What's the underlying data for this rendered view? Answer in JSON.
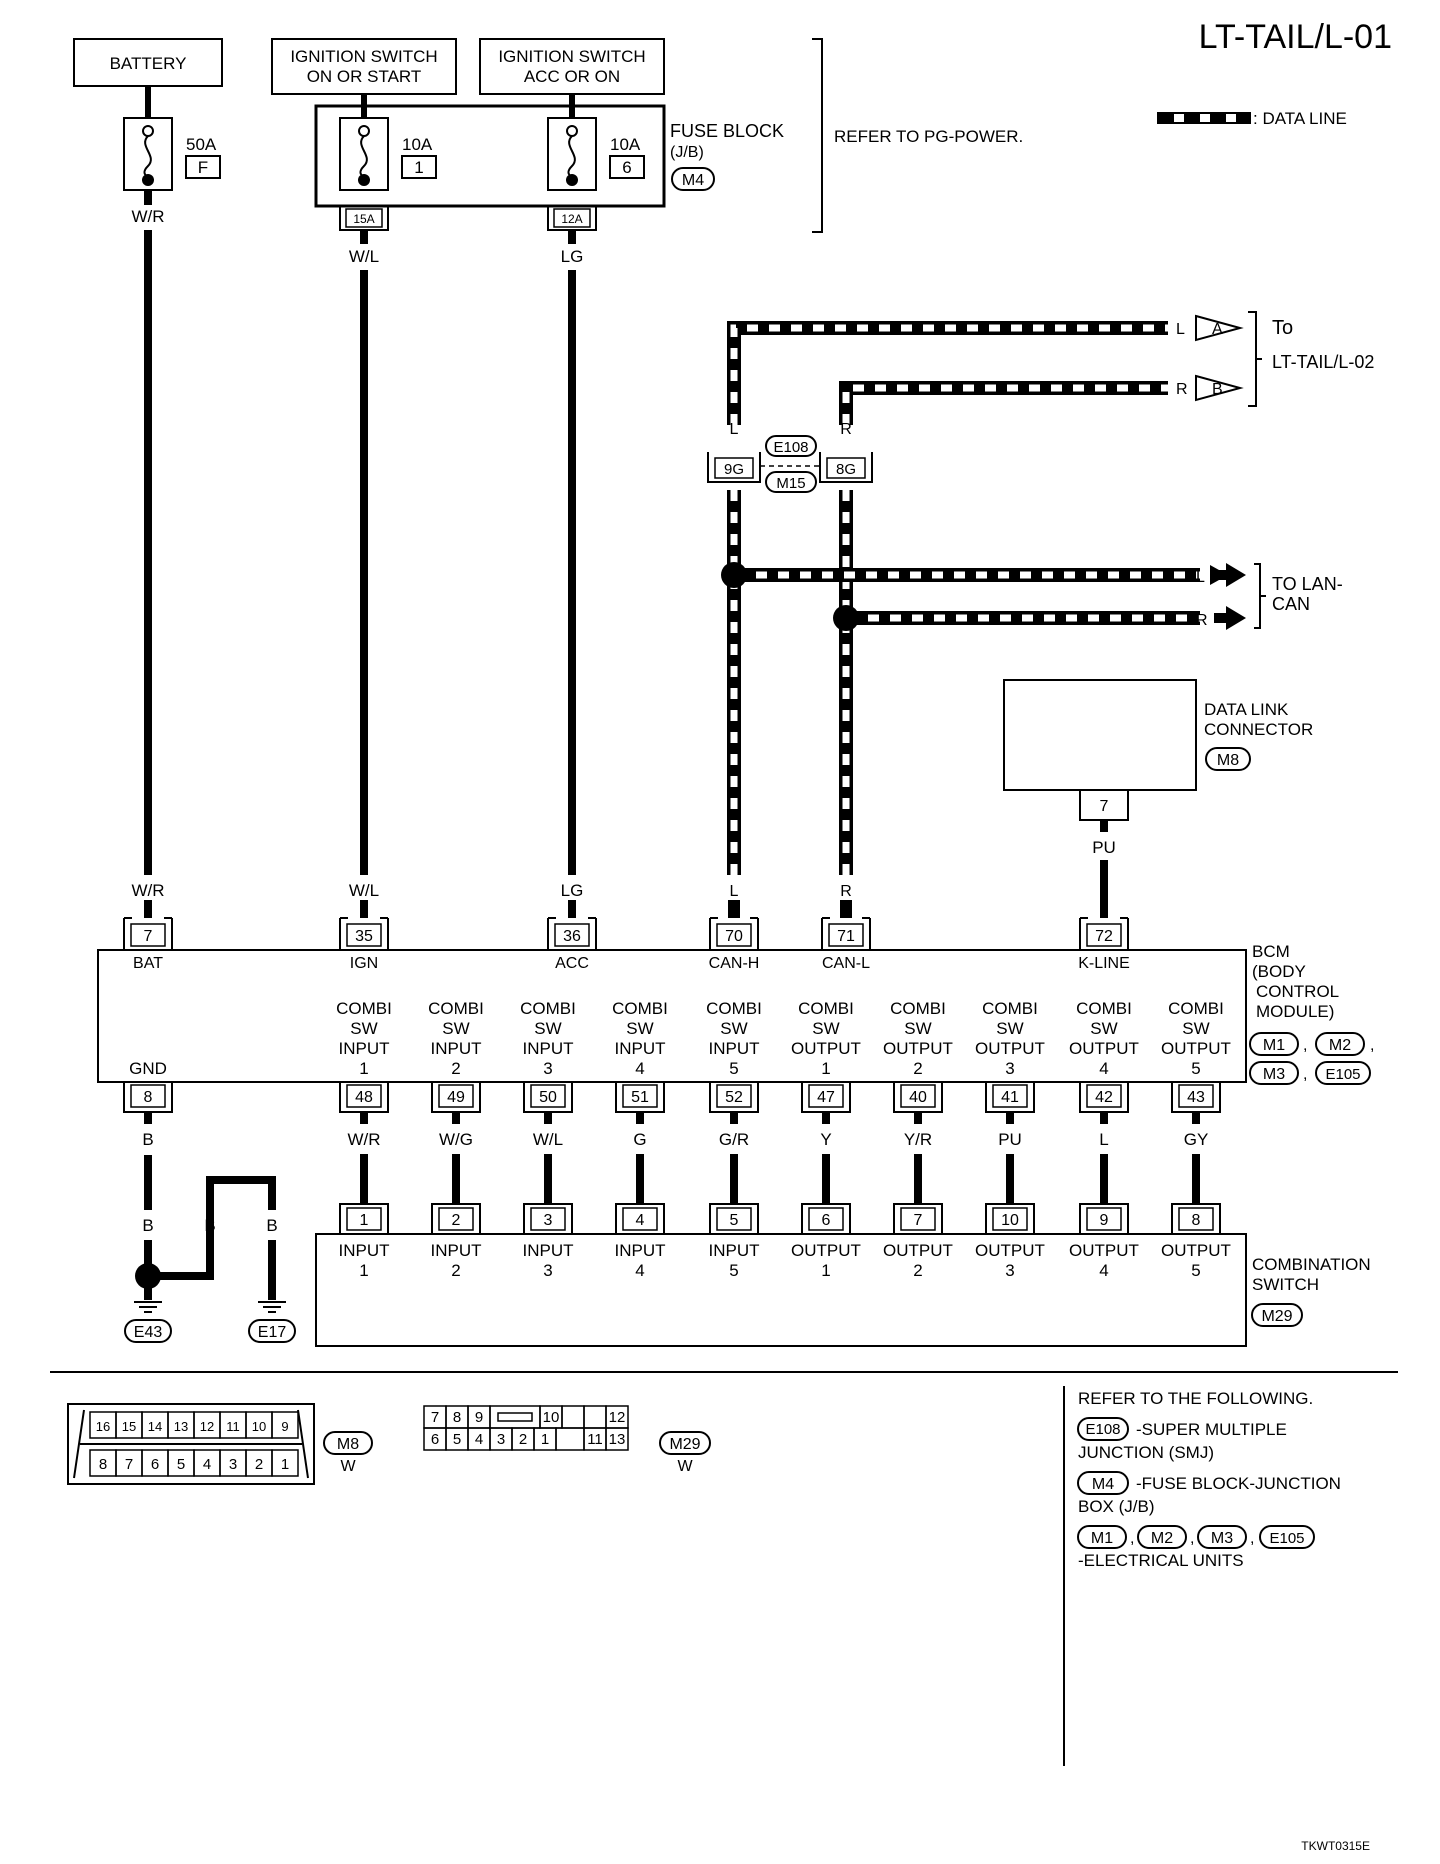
{
  "title": "LT-TAIL/L-01",
  "legend": {
    "data_line": ": DATA LINE"
  },
  "power": {
    "battery": "BATTERY",
    "ign_on_start": [
      "IGNITION SWITCH",
      "ON OR START"
    ],
    "ign_acc_on": [
      "IGNITION SWITCH",
      "ACC OR ON"
    ],
    "fuse_50a": "50A",
    "fuse_f": "F",
    "fuse_10a_1": "10A",
    "fuse_1": "1",
    "fuse_10a_2": "10A",
    "fuse_6": "6",
    "fuse_block": [
      "FUSE BLOCK",
      "(J/B)"
    ],
    "fuse_block_conn": "M4",
    "conn_15a": "15A",
    "conn_12a": "12A",
    "refer_pg": "REFER TO PG-POWER."
  },
  "wires": {
    "wr": "W/R",
    "wl": "W/L",
    "lg": "LG",
    "l": "L",
    "r": "R",
    "pu": "PU",
    "b": "B"
  },
  "to_lt": {
    "to": "To",
    "dest": "LT-TAIL/L-02",
    "a": "A",
    "b": "B"
  },
  "junction": {
    "pin_9g": "9G",
    "pin_8g": "8G",
    "e108": "E108",
    "m15": "M15"
  },
  "lan": [
    "TO LAN-",
    "CAN"
  ],
  "dlc": {
    "label": [
      "DATA LINK",
      "CONNECTOR"
    ],
    "conn": "M8",
    "pin": "7"
  },
  "bcm": {
    "top_pins": [
      {
        "pin": "7",
        "label": "BAT"
      },
      {
        "pin": "35",
        "label": "IGN"
      },
      {
        "pin": "36",
        "label": "ACC"
      },
      {
        "pin": "70",
        "label": "CAN-H"
      },
      {
        "pin": "71",
        "label": "CAN-L"
      },
      {
        "pin": "72",
        "label": "K-LINE"
      }
    ],
    "name": [
      "BCM",
      "(BODY",
      "CONTROL",
      "MODULE)"
    ],
    "conns": [
      "M1",
      "M2",
      "M3",
      "E105"
    ],
    "gnd": "GND",
    "gnd_pin": "8",
    "combi_word": "COMBI",
    "sw_word": "SW",
    "bottom": [
      {
        "l3": "INPUT",
        "n": "1",
        "pin": "48",
        "wire": "W/R"
      },
      {
        "l3": "INPUT",
        "n": "2",
        "pin": "49",
        "wire": "W/G"
      },
      {
        "l3": "INPUT",
        "n": "3",
        "pin": "50",
        "wire": "W/L"
      },
      {
        "l3": "INPUT",
        "n": "4",
        "pin": "51",
        "wire": "G"
      },
      {
        "l3": "INPUT",
        "n": "5",
        "pin": "52",
        "wire": "G/R"
      },
      {
        "l3": "OUTPUT",
        "n": "1",
        "pin": "47",
        "wire": "Y"
      },
      {
        "l3": "OUTPUT",
        "n": "2",
        "pin": "40",
        "wire": "Y/R"
      },
      {
        "l3": "OUTPUT",
        "n": "3",
        "pin": "41",
        "wire": "PU"
      },
      {
        "l3": "OUTPUT",
        "n": "4",
        "pin": "42",
        "wire": "L"
      },
      {
        "l3": "OUTPUT",
        "n": "5",
        "pin": "43",
        "wire": "GY"
      }
    ]
  },
  "combination_switch": {
    "name": [
      "COMBINATION",
      "SWITCH"
    ],
    "conn": "M29",
    "pins": [
      {
        "pin": "1",
        "l1": "INPUT",
        "l2": "1"
      },
      {
        "pin": "2",
        "l1": "INPUT",
        "l2": "2"
      },
      {
        "pin": "3",
        "l1": "INPUT",
        "l2": "3"
      },
      {
        "pin": "4",
        "l1": "INPUT",
        "l2": "4"
      },
      {
        "pin": "5",
        "l1": "INPUT",
        "l2": "5"
      },
      {
        "pin": "6",
        "l1": "OUTPUT",
        "l2": "1"
      },
      {
        "pin": "7",
        "l1": "OUTPUT",
        "l2": "2"
      },
      {
        "pin": "10",
        "l1": "OUTPUT",
        "l2": "3"
      },
      {
        "pin": "9",
        "l1": "OUTPUT",
        "l2": "4"
      },
      {
        "pin": "8",
        "l1": "OUTPUT",
        "l2": "5"
      }
    ]
  },
  "grounds": [
    "E43",
    "E17"
  ],
  "connector_views": {
    "m8": {
      "top": [
        "16",
        "15",
        "14",
        "13",
        "12",
        "11",
        "10",
        "9"
      ],
      "bottom": [
        "8",
        "7",
        "6",
        "5",
        "4",
        "3",
        "2",
        "1"
      ],
      "conn": "M8",
      "color": "W"
    },
    "m29": {
      "top": [
        "7",
        "8",
        "9",
        "",
        "10",
        "",
        "",
        "12"
      ],
      "bottom": [
        "6",
        "5",
        "4",
        "3",
        "2",
        "1",
        "",
        "11",
        "13"
      ],
      "conn": "M29",
      "color": "W"
    }
  },
  "refer": {
    "heading": "REFER TO THE FOLLOWING.",
    "e108": "E108",
    "e108_desc": [
      "-SUPER MULTIPLE",
      "JUNCTION (SMJ)"
    ],
    "m4": "M4",
    "m4_desc": [
      "-FUSE BLOCK-JUNCTION",
      "BOX (J/B)"
    ],
    "units": [
      "M1",
      "M2",
      "M3",
      "E105"
    ],
    "units_desc": "-ELECTRICAL UNITS"
  },
  "code": "TKWT0315E"
}
